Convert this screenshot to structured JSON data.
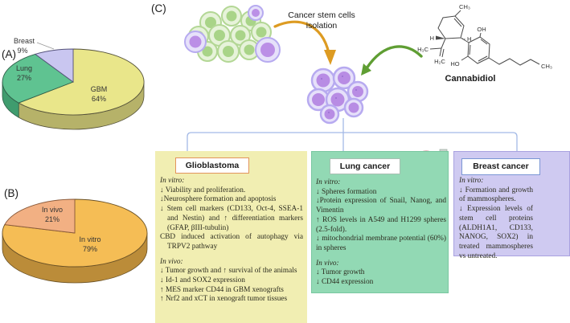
{
  "figure": {
    "panel_a": "(A)",
    "panel_b": "(B)",
    "panel_c": "(C)"
  },
  "chart_data": [
    {
      "type": "pie",
      "panel": "A",
      "style": "3d",
      "legend_position": "on-slice",
      "slices": [
        {
          "label": "GBM",
          "value": 64,
          "pct": "64%",
          "color": "#e9e68a"
        },
        {
          "label": "Lung",
          "value": 27,
          "pct": "27%",
          "color": "#5fc391"
        },
        {
          "label": "Breast",
          "value": 9,
          "pct": "9%",
          "color": "#c9c6f0"
        }
      ]
    },
    {
      "type": "pie",
      "panel": "B",
      "style": "3d",
      "legend_position": "on-slice",
      "slices": [
        {
          "label": "In vitro",
          "value": 79,
          "pct": "79%",
          "color": "#f5bd55"
        },
        {
          "label": "In vivo",
          "value": 21,
          "pct": "21%",
          "color": "#f2b083"
        }
      ]
    }
  ],
  "diagram": {
    "isolation_label": "Cancer stem cells isolation",
    "compound_label": "Cannabidiol",
    "chem_labels": {
      "ch3_top": "CH₃",
      "oh": "OH",
      "h_right": "H",
      "h_left": "H",
      "h3c": "H₃C",
      "h2c": "H₂C",
      "ho": "HO",
      "ch3_right": "CH₃"
    }
  },
  "boxes": {
    "glioblastoma": {
      "title": "Glioblastoma",
      "in_vitro_heading": "In vitro:",
      "in_vitro_items": [
        "↓ Viability and proliferation.",
        "↓Neurosphere formation and apoptosis",
        "↓ Stem cell markers (CD133, Oct-4, SSEA-1 and Nestin) and ↑ differentiation markers (GFAP, βIII-tubulin)",
        "CBD induced activation of autophagy via TRPV2 pathway"
      ],
      "in_vivo_heading": "In vivo:",
      "in_vivo_items": [
        "↓ Tumor growth and ↑ survival of the animals",
        "↓ Id-1 and SOX2 expression",
        "↑ MES marker CD44 in GBM xenografts",
        "↑ Nrf2 and xCT in xenograft tumor tissues"
      ]
    },
    "lung": {
      "title": "Lung cancer",
      "in_vitro_heading": "In vitro:",
      "in_vitro_items": [
        "↓ Spheres formation",
        "↓Protein expression of Snail, Nanog, and Vimentin",
        "↑ ROS levels in A549 and H1299 spheres (2.5-fold).",
        "↓ mitochondrial membrane potential (60%) in spheres"
      ],
      "in_vivo_heading": "In vivo:",
      "in_vivo_items": [
        "↓ Tumor growth",
        "↓ CD44 expression"
      ]
    },
    "breast": {
      "title": "Breast cancer",
      "in_vitro_heading": "In vitro:",
      "in_vitro_items": [
        "↓ Formation and growth of mammospheres.",
        "↓ Expression levels of stem cell proteins (ALDH1A1, CD133, NANOG, SOX2) in treated mammospheres vs untreated."
      ]
    }
  },
  "colors": {
    "gbm_slice": "#e9e68a",
    "lung_slice": "#5fc391",
    "breast_slice": "#c9c6f0",
    "invitro_slice": "#f5bd55",
    "invivo_slice": "#f2b083",
    "glio_box_bg": "#f1eeb2",
    "lung_box_bg": "#92d9b4",
    "breast_box_bg": "#cfcaf1",
    "glio_title_border": "#e2945c",
    "breast_title_border": "#7a96d4",
    "connector_line": "#a3b9e6",
    "isolation_arrow": "#dd9b22",
    "cbd_arrow": "#5f9e33"
  }
}
